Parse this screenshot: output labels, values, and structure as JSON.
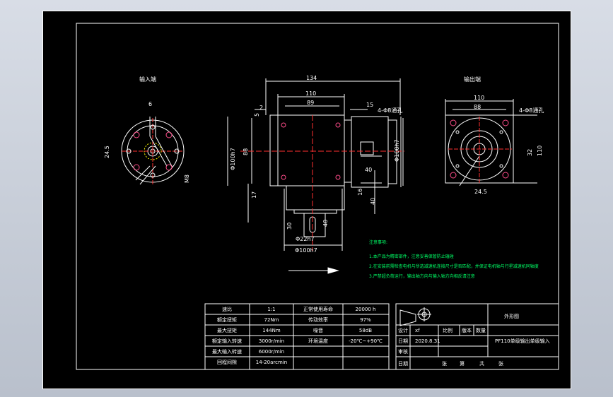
{
  "colors": {
    "background": "#000000",
    "line": "#ffffff",
    "center_line": "#ff3030",
    "hidden_line": "#ffff00",
    "notes": "#00ff66",
    "holes": "#ff4d8a"
  },
  "views": {
    "input_label": "输入端",
    "output_label": "输出端"
  },
  "dims": {
    "d134": "134",
    "d110a": "110",
    "d89": "89",
    "d2": "2",
    "d15": "15",
    "d5": "5",
    "holes_front": "4-Φ8通孔",
    "phi100h7": "Φ100h7",
    "d88": "88",
    "d17": "17",
    "d40": "40",
    "d40b": "40",
    "d16": "16",
    "phi100h7_b": "Φ100h7",
    "d30": "30",
    "d40c": "40",
    "phi22h7": "Φ22h7",
    "phi100h7_bottom": "Φ100h7",
    "in_6": "6",
    "in_24_5": "24.5",
    "in_m8": "M8",
    "out_110": "110",
    "out_88": "88",
    "out_holes": "4-Φ8通孔",
    "out_32": "32",
    "out_110b": "110",
    "out_24_5": "24.5"
  },
  "notes": {
    "title": "注意事项:",
    "n1": "1.本产品为精密部件，注意妥善保管防止磕碰",
    "n2": "2.在安装前需检查电机与所选减速机连接尺寸是否匹配，并保证电机轴与行星减速机同轴度",
    "n3": "3.严禁超负荷运行，输出轴方向与输入轴方向相反请注意"
  },
  "spec_table": {
    "rows": [
      [
        "速比",
        "1:1",
        "正常使用寿命",
        "20000 h"
      ],
      [
        "额定扭矩",
        "72Nm",
        "传动效率",
        "97%"
      ],
      [
        "最大扭矩",
        "144Nm",
        "噪音",
        "58dB"
      ],
      [
        "额定输入转速",
        "3000r/min",
        "环境温度",
        "-20℃~+90℃"
      ],
      [
        "最大输入转速",
        "6000r/min",
        "",
        ""
      ],
      [
        "回程间隙",
        "14-20arcmin",
        "",
        ""
      ]
    ]
  },
  "title_block": {
    "drawing_title": "外形图",
    "part_name": "PF110单级输出单级输入",
    "label_design": "设计",
    "designer": "xf",
    "label_scale": "比例",
    "label_version": "版本",
    "label_qty": "数量",
    "label_date": "日期",
    "date": "2020.8.31",
    "label_review": "审核",
    "label_date2": "日期",
    "sheet_info": [
      "张",
      "第",
      "共",
      "张"
    ]
  }
}
